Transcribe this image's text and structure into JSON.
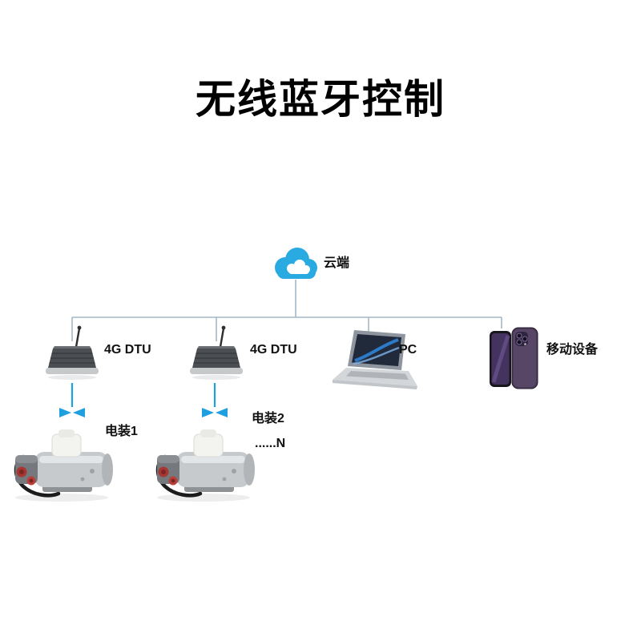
{
  "title": "无线蓝牙控制",
  "diagram": {
    "cloud": {
      "label": "云端"
    },
    "dtu1": {
      "label": "4G DTU"
    },
    "dtu2": {
      "label": "4G DTU"
    },
    "pc": {
      "label": "PC"
    },
    "mobile": {
      "label": "移动设备"
    },
    "actuator1": {
      "label": "电装1"
    },
    "actuator2": {
      "label": "电装2",
      "more": "......N"
    },
    "colors": {
      "cloud_blue": "#29abe2",
      "link_blue": "#1e9fe0",
      "wire_gray": "#a3b8c6"
    }
  }
}
